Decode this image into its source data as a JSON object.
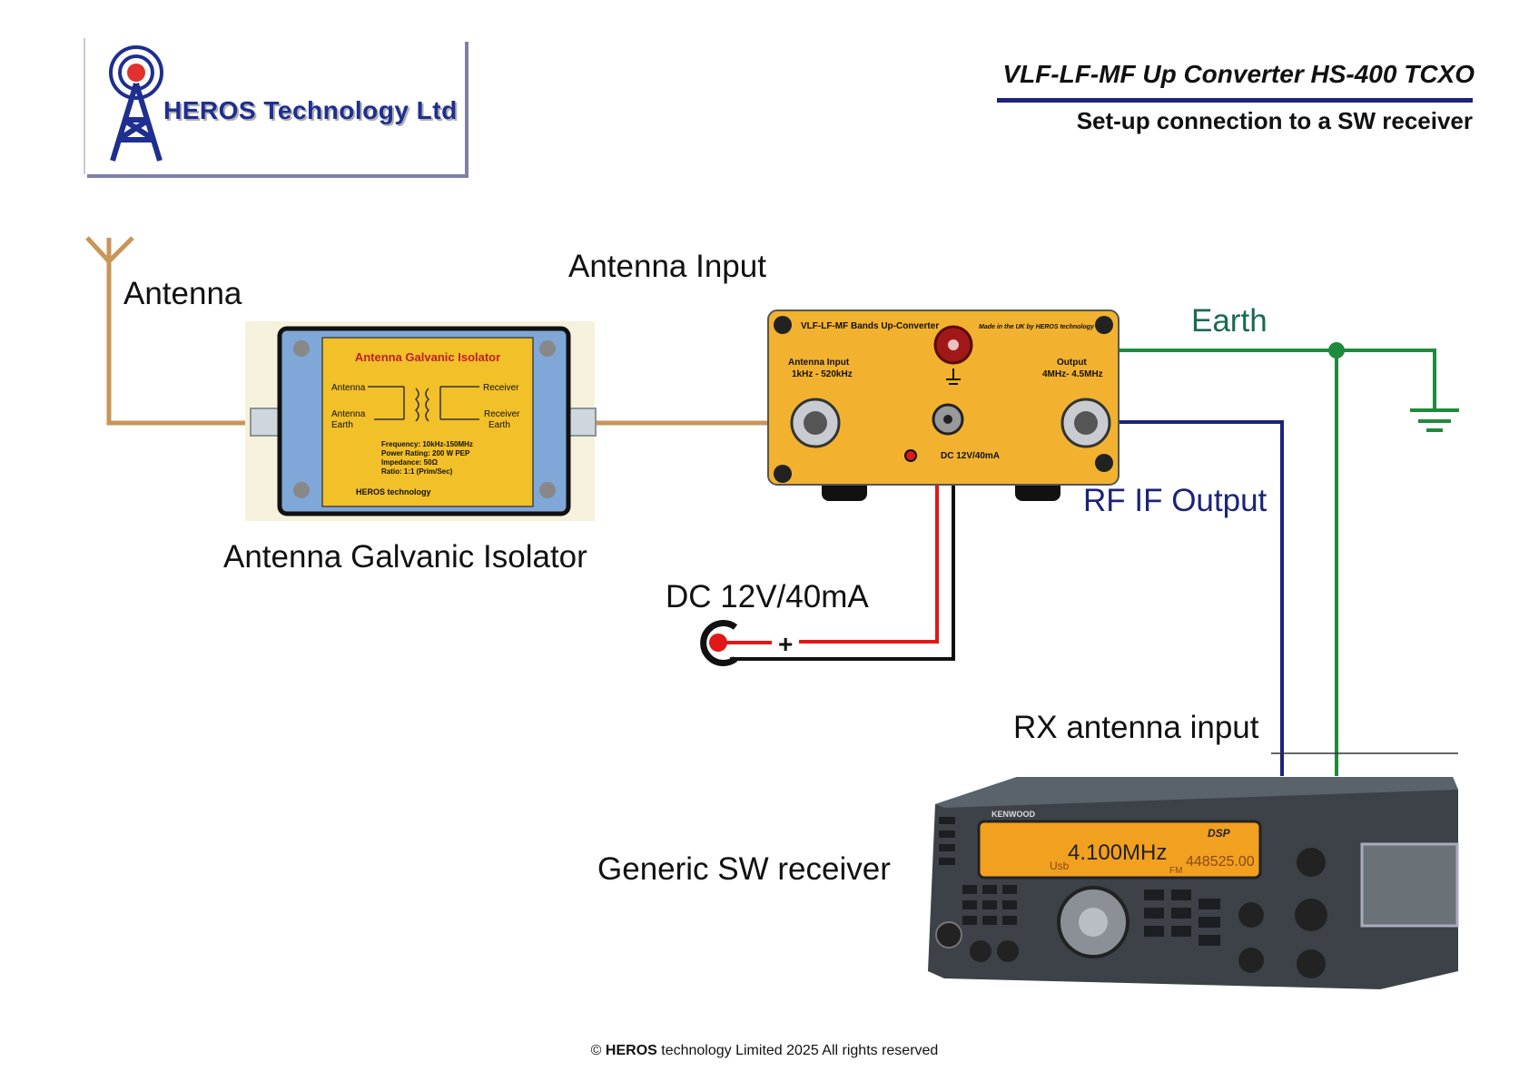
{
  "header": {
    "company": "HEROS Technology Ltd",
    "title": "VLF-LF-MF  Up Converter HS-400 TCXO",
    "subtitle": "Set-up connection to a SW receiver"
  },
  "labels": {
    "antenna": "Antenna",
    "antenna_input": "Antenna Input",
    "earth": "Earth",
    "rf_if_output": "RF IF Output",
    "isolator": "Antenna Galvanic Isolator",
    "dc": "DC 12V/40mA",
    "rx_antenna_input": "RX antenna input",
    "generic_receiver": "Generic SW receiver",
    "plus": "+"
  },
  "isolator_panel": {
    "title": "Antenna Galvanic Isolator",
    "antenna": "Antenna",
    "receiver": "Receiver",
    "antenna_earth_1": "Antenna",
    "antenna_earth_2": "Earth",
    "receiver_earth_1": "Receiver",
    "receiver_earth_2": "Earth",
    "spec_1": "Frequency: 10kHz-150MHz",
    "spec_2": "Power Rating: 200 W PEP",
    "spec_3": "Impedance: 50Ω",
    "spec_4": "Ratio: 1:1 (Prim/Sec)",
    "brand": "HEROS technology"
  },
  "converter_panel": {
    "title": "VLF-LF-MF Bands Up-Converter",
    "made_in": "Made in the UK by HEROS technology",
    "antenna_input_1": "Antenna Input",
    "antenna_input_2": "1kHz - 520kHz",
    "output_1": "Output",
    "output_2": "4MHz- 4.5MHz",
    "dc_label": "DC 12V/40mA"
  },
  "receiver_panel": {
    "brand": "KENWOOD",
    "display_freq": "4.100MHz",
    "display_sub": "448525.00",
    "mode": "Usb",
    "fm": "FM",
    "dsp": "DSP"
  },
  "footer": {
    "symbol": "©",
    "brand": "HEROS",
    "rest": "technology Limited 2025 All rights reserved"
  },
  "colors": {
    "antenna_wire": "#c8955a",
    "dc_positive": "#e01818",
    "dc_negative": "#111111",
    "rf_line": "#1b237a",
    "earth_line": "#1f8a3c",
    "panel_yellow": "#f2c028",
    "isolator_blue": "#7fa8d8"
  }
}
